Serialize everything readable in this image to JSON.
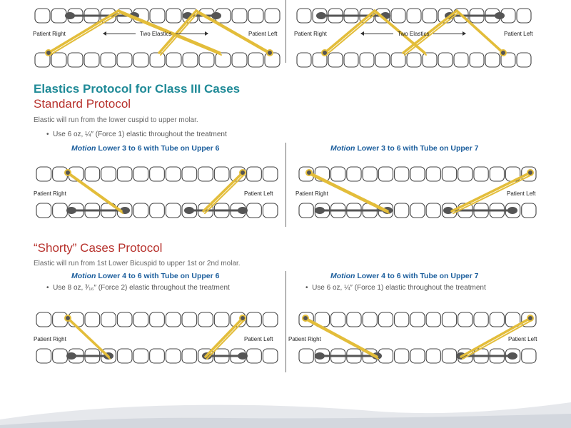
{
  "top": {
    "left_label": "Patient Right",
    "right_label": "Patient Left",
    "center_label": "Two Elastics"
  },
  "section1": {
    "title": "Elastics Protocol for Class III Cases",
    "subtitle": "Standard Protocol",
    "description": "Elastic will run from the lower cuspid to upper molar.",
    "bullet": "Use 6 oz, ¼″ (Force 1) elastic throughout the treatment",
    "left_heading_motion": "Motion",
    "left_heading_rest": " Lower 3 to 6 with Tube on Upper 6",
    "right_heading_motion": "Motion",
    "right_heading_rest": " Lower 3 to 6 with Tube on Upper 7",
    "left_label": "Patient Right",
    "right_label": "Patient Left"
  },
  "section2": {
    "title": "“Shorty” Cases Protocol",
    "description": "Elastic will run from 1st Lower Bicuspid to upper 1st or 2nd molar.",
    "left_heading_motion": "Motion",
    "left_heading_rest": " Lower 4 to 6 with Tube on Upper 6",
    "right_heading_motion": "Motion",
    "right_heading_rest": " Lower 4 to 6 with Tube on Upper 7",
    "left_bullet": "Use 8 oz, ³⁄₁₆″ (Force 2) elastic throughout the treatment",
    "right_bullet": "Use 6 oz, ¼″ (Force 1) elastic throughout the treatment",
    "left_label": "Patient Right",
    "right_label": "Patient Left"
  },
  "colors": {
    "teal": "#1f8a97",
    "red": "#b7312c",
    "blue": "#1a5d9c",
    "elastic": "#e3bd3a"
  }
}
